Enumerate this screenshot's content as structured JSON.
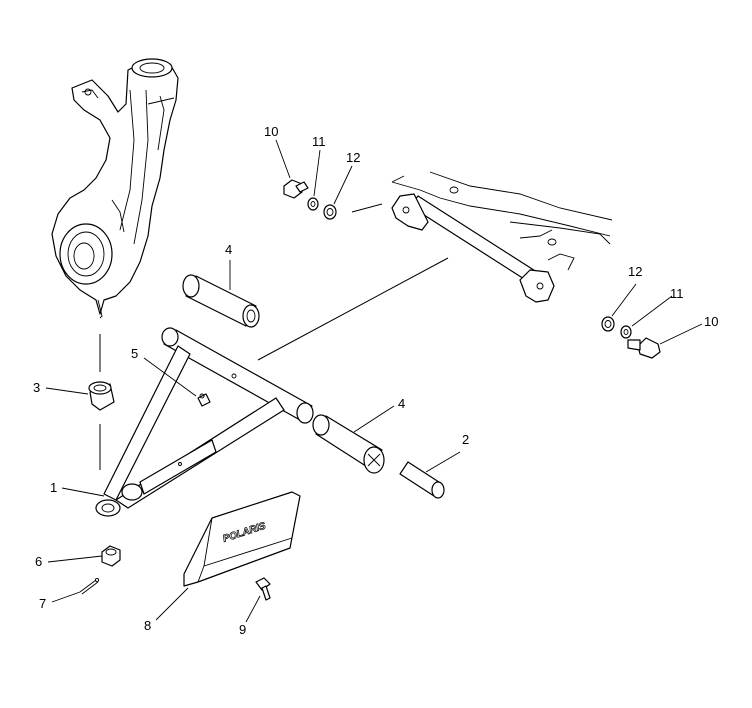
{
  "callouts": [
    "1",
    "2",
    "3",
    "4",
    "4",
    "5",
    "6",
    "7",
    "8",
    "9",
    "10",
    "11",
    "12",
    "10",
    "11",
    "12"
  ],
  "logo_text": "POLARIS",
  "colors": {
    "line": "#000000",
    "background": "#ffffff"
  }
}
